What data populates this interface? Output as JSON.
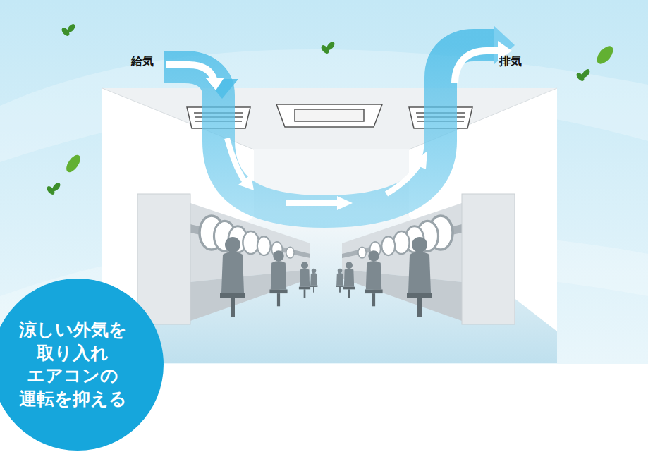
{
  "diagram": {
    "nodes": [
      {
        "text": [
          "涼しい外気を 取り入れ エアコンの 運転を抑える"
        ]
      }
    ],
    "labels": [
      "給気",
      "排気"
    ]
  }
}
